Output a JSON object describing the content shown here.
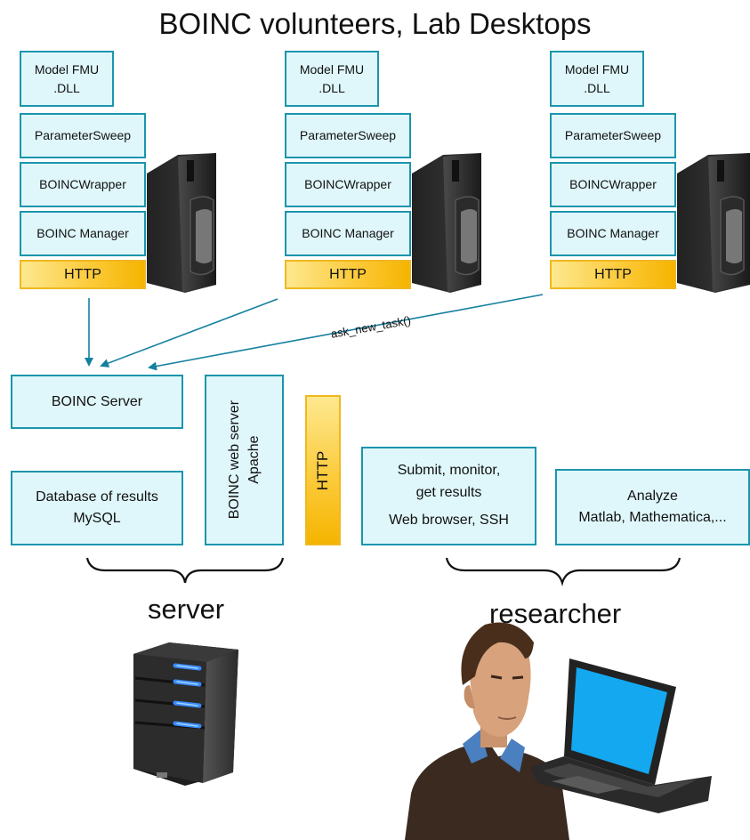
{
  "title": "BOINC volunteers, Lab Desktops",
  "desktop": {
    "model_fmu": "Model FMU",
    "dll": ".DLL",
    "parameter_sweep": "ParameterSweep",
    "boinc_wrapper": "BOINCWrapper",
    "boinc_manager": "BOINC Manager",
    "http": "HTTP"
  },
  "arrow_label": "ask_new_task()",
  "server_side": {
    "boinc_server": "BOINC Server",
    "database_line1": "Database of results",
    "database_line2": "MySQL",
    "web_server_line1": "BOINC web server",
    "web_server_line2": "Apache",
    "http": "HTTP",
    "group_label": "server"
  },
  "researcher_side": {
    "submit_line1": "Submit, monitor,",
    "submit_line2": "get results",
    "submit_line3": "Web browser, SSH",
    "analyze_line1": "Analyze",
    "analyze_line2": "Matlab, Mathematica,...",
    "group_label": "researcher"
  },
  "colors": {
    "box_fill": "#dff7fb",
    "box_border": "#1b95ad",
    "http_fill": "#fccb3c",
    "arrow": "#1580a0"
  }
}
